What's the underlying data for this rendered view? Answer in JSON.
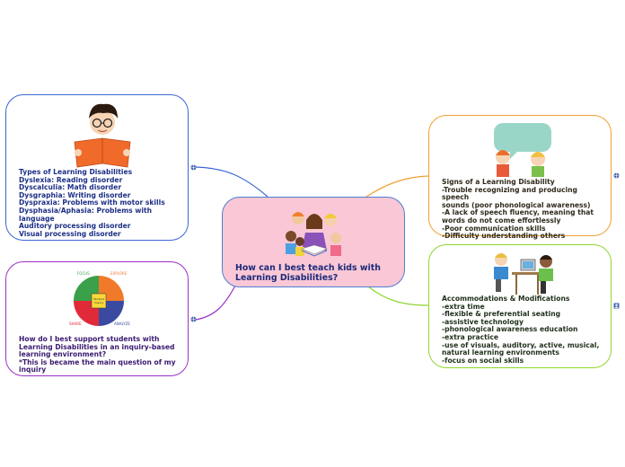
{
  "center": {
    "title": "How can I best teach kids with\nLearning Disabilities?"
  },
  "topics": {
    "types": {
      "text": "Types of Learning Disabilities\nDyslexia: Reading disorder\nDyscalculia: Math disorder\nDysgraphia: Writing disorder\nDyspraxia: Problems with motor skills\nDysphasia/Aphasia: Problems with\nlanguage\nAuditory processing disorder\nVisual processing disorder"
    },
    "support": {
      "text": "How do I best support students with\nLearning Disabilities in an inquiry-based\nlearning environment?\n*This is became the main question of my\ninquiry",
      "cycle_labels": [
        "FOCUS",
        "EXPLORE",
        "ANALYZE",
        "SHARE"
      ],
      "cycle_center": "Student\nInquiry"
    },
    "signs": {
      "text": "Signs of a Learning Disability\n-Trouble recognizing and producing speech\nsounds (poor phonological awareness)\n-A lack of speech fluency, meaning that\nwords do not come effortlessly\n-Poor communication skills\n-Difficulty understanding others"
    },
    "accommodations": {
      "text": "Accommodations & Modifications\n-extra time\n-flexible & preferential seating\n-assistive technology\n-phonological awareness education\n-extra practice\n-use of visuals, auditory, active, musical,\nnatural learning environments\n-focus on social skills"
    }
  },
  "colors": {
    "center_fill": "#f9c7d5",
    "center_border": "#4f7fd0",
    "types": "#3a67d4",
    "support": "#9c30c8",
    "signs": "#f0a032",
    "accommodations": "#90d630"
  },
  "icons": [
    "globe-icon",
    "globe-icon",
    "globe-icon",
    "user-icon"
  ]
}
